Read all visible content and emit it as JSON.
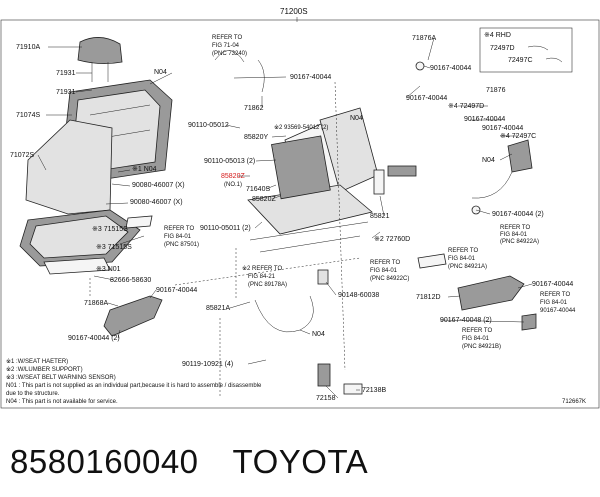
{
  "diagram": {
    "top_ref": "71200S",
    "code": "712667K",
    "labels": [
      {
        "id": "71910A",
        "t": "71910A"
      },
      {
        "id": "71931a",
        "t": "71931"
      },
      {
        "id": "71931b",
        "t": "71931"
      },
      {
        "id": "71074S",
        "t": "71074S"
      },
      {
        "id": "71072S",
        "t": "71072S"
      },
      {
        "id": "N04a",
        "t": "N04"
      },
      {
        "id": "N04b",
        "t": "※1 N04"
      },
      {
        "id": "90080-46007",
        "t": "90080-46007 (X)"
      },
      {
        "id": "90080-46007b",
        "t": "90080-46007 (X)"
      },
      {
        "id": "refFig7104a",
        "t": "REFER TO"
      },
      {
        "id": "refFig7104b",
        "t": "FIG 71-04"
      },
      {
        "id": "refFig7104c",
        "t": "(PNC 73240)"
      },
      {
        "id": "90167-40044a",
        "t": "90167-40044"
      },
      {
        "id": "71862",
        "t": "71862"
      },
      {
        "id": "90110-05012",
        "t": "90110-05012"
      },
      {
        "id": "85820Y",
        "t": "85820Y"
      },
      {
        "id": "93569",
        "t": "※2 93569-54012 (2)"
      },
      {
        "id": "N04c",
        "t": "N04"
      },
      {
        "id": "90110-05013",
        "t": "90110-05013 (2)"
      },
      {
        "id": "85820Z",
        "t": "85820Z"
      },
      {
        "id": "no1",
        "t": "(NO.1)"
      },
      {
        "id": "71640S",
        "t": "71640S"
      },
      {
        "id": "85820Z2",
        "t": "85820Z"
      },
      {
        "id": "90110-05011",
        "t": "90110-05011 (2)"
      },
      {
        "id": "71876A",
        "t": "71876A"
      },
      {
        "id": "90167-40044b",
        "t": "90167-40044"
      },
      {
        "id": "90167-40044c",
        "t": "90167-40044"
      },
      {
        "id": "71876",
        "t": "71876"
      },
      {
        "id": "72497D",
        "t": "※4 72497D"
      },
      {
        "id": "90167-40044d",
        "t": "90167-40044"
      },
      {
        "id": "90167-40044e",
        "t": "90167-40044"
      },
      {
        "id": "72497C",
        "t": "※4 72497C"
      },
      {
        "id": "fwd",
        "t": "※4 RHD"
      },
      {
        "id": "72497D-box",
        "t": "72497D"
      },
      {
        "id": "72497C-box",
        "t": "72497C"
      },
      {
        "id": "N04d",
        "t": "N04"
      },
      {
        "id": "85821",
        "t": "85821"
      },
      {
        "id": "72760D",
        "t": "※2 72760D"
      },
      {
        "id": "90167-40044f",
        "t": "90167-40044 (2)"
      },
      {
        "id": "refFig8401a",
        "t": "REFER TO"
      },
      {
        "id": "refFig8401b",
        "t": "FIG 84-01"
      },
      {
        "id": "refFig8401c",
        "t": "(PNC 84922A)"
      },
      {
        "id": "refFig8750a",
        "t": "REFER TO"
      },
      {
        "id": "refFig8750b",
        "t": "FIG 84-01"
      },
      {
        "id": "refFig8750c",
        "t": "(PNC 87501)"
      },
      {
        "id": "71515S",
        "t": "※3 71515S"
      },
      {
        "id": "N01",
        "t": "※3 N01"
      },
      {
        "id": "82666",
        "t": "82666-58630"
      },
      {
        "id": "90167-40044g",
        "t": "90167-40044"
      },
      {
        "id": "71868A",
        "t": "71868A"
      },
      {
        "id": "90167-40044h",
        "t": "90167-40044 (2)"
      },
      {
        "id": "refFig8421a",
        "t": "※2 REFER TO"
      },
      {
        "id": "refFig8421b",
        "t": "FIG 84-21"
      },
      {
        "id": "refFig8421c",
        "t": "(PNC 89178A)"
      },
      {
        "id": "85821A",
        "t": "85821A"
      },
      {
        "id": "90148-60038",
        "t": "90148-60038"
      },
      {
        "id": "N04e",
        "t": "N04"
      },
      {
        "id": "refFig84922a",
        "t": "REFER TO"
      },
      {
        "id": "refFig84922b",
        "t": "FIG 84-01"
      },
      {
        "id": "refFig84922c",
        "t": "(PNC 84922C)"
      },
      {
        "id": "refFig84921a",
        "t": "REFER TO"
      },
      {
        "id": "refFig84921b",
        "t": "FIG 84-01"
      },
      {
        "id": "refFig84921c",
        "t": "(PNC 84921A)"
      },
      {
        "id": "90167-40044i",
        "t": "90167-40044"
      },
      {
        "id": "71812D",
        "t": "71812D"
      },
      {
        "id": "90167-40048",
        "t": "90167-40048 (2)"
      },
      {
        "id": "refFig84921Ba",
        "t": "REFER TO"
      },
      {
        "id": "refFig84921Bb",
        "t": "FIG 84-01"
      },
      {
        "id": "refFig84921Bc",
        "t": "(PNC 84921B)"
      },
      {
        "id": "90119",
        "t": "90119-10921 (4)"
      },
      {
        "id": "72158",
        "t": "72158"
      },
      {
        "id": "72138B",
        "t": "72138B"
      }
    ],
    "notes": [
      "※1 :W/SEAT HAETER)",
      "※2 :W/LUMBER SUPPORT)",
      "※3 :W/SEAT BELT WARNING SENSOR)",
      "N01 : This part is not supplied as an individual part,because it is hard to assemble / disassemble",
      "        due to the structure.",
      "N04 : This part is not available for service."
    ]
  },
  "footer": {
    "part_number": "8580160040",
    "brand": "TOYOTA"
  }
}
